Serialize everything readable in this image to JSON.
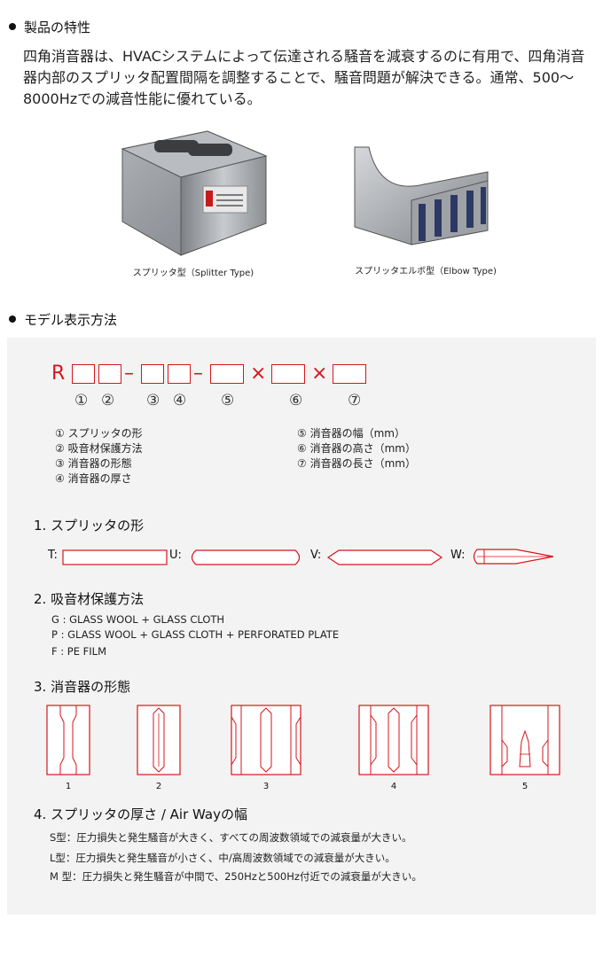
{
  "features": {
    "heading": "製品の特性",
    "body": "四角消音器は、HVACシステムによって伝達される騒音を減衰するのに有用で、四角消音器内部のスプリッタ配置間隔を調整することで、騒音問題が解決できる。通常、500～8000Hzでの減音性能に優れている。",
    "photos": [
      {
        "caption": "スプリッタ型（Splitter Type)"
      },
      {
        "caption": "スプリッタエルボ型（Elbow Type)"
      }
    ]
  },
  "model": {
    "heading": "モデル表示方法",
    "code_prefix": "R",
    "dash": "–",
    "times": "×",
    "code_positions": [
      "①",
      "②",
      "③",
      "④",
      "⑤",
      "⑥",
      "⑦"
    ],
    "legend_left": [
      "① スプリッタの形",
      "② 吸音材保護方法",
      "③ 消音器の形態",
      "④ 消音器の厚さ"
    ],
    "legend_right": [
      "⑤ 消音器の幅（mm）",
      "⑥ 消音器の高さ（mm）",
      "⑦ 消音器の長さ（mm）"
    ]
  },
  "section1": {
    "title": "1. スプリッタの形",
    "shapes": [
      {
        "label": "T:",
        "icon": "rectangle"
      },
      {
        "label": "U:",
        "icon": "rounded-end"
      },
      {
        "label": "V:",
        "icon": "pointed-end"
      },
      {
        "label": "W:",
        "icon": "bullet-end"
      }
    ]
  },
  "section2": {
    "title": "2. 吸音材保護方法",
    "items": [
      "G : GLASS WOOL + GLASS CLOTH",
      "P : GLASS WOOL + GLASS CLOTH + PERFORATED PLATE",
      "F : PE FILM"
    ]
  },
  "section3": {
    "title": "3. 消音器の形態",
    "forms": [
      "1",
      "2",
      "3",
      "4",
      "5"
    ]
  },
  "section4": {
    "title": "4. スプリッタの厚さ / Air Wayの幅",
    "items": [
      "S型：圧力損失と発生騒音が大きく、すべての周波数領域での減衰量が大きい。",
      "L型：圧力損失と発生騒音が小さく、中/高周波数領域での減衰量が大きい。",
      "M 型：圧力損失と発生騒音が中間で、250Hzと500Hz付近での減衰量が大きい。"
    ]
  },
  "colors": {
    "accent_red": "#d4161c",
    "panel_bg": "#f3f3f3"
  }
}
